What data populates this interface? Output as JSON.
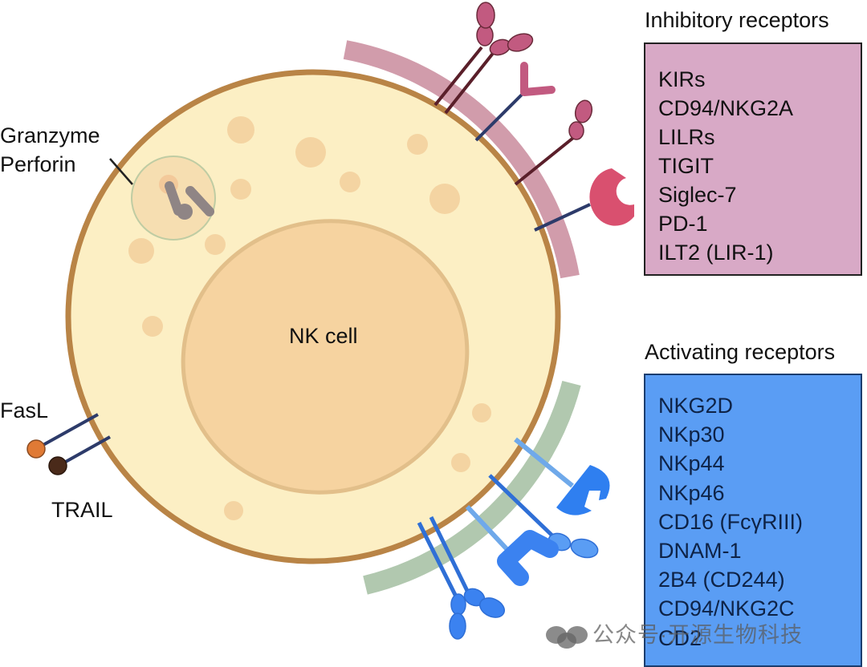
{
  "diagram": {
    "title": "NK cell receptors",
    "cell_label": "NK cell",
    "granule_label_line1": "Granzyme",
    "granule_label_line2": "Perforin",
    "death_ligands": [
      {
        "label": "FasL",
        "color": "#e07a35"
      },
      {
        "label": "TRAIL",
        "color": "#4a2a1a"
      }
    ],
    "inhibitory": {
      "title": "Inhibitory receptors",
      "color": "#d8a9c6",
      "receptor_color": "#c25a80",
      "items": [
        "KIRs",
        "CD94/NKG2A",
        "LILRs",
        "TIGIT",
        "Siglec-7",
        "PD-1",
        "ILT2 (LIR-1)"
      ]
    },
    "activating": {
      "title": "Activating receptors",
      "color": "#5a9df4",
      "receptor_color": "#3b82f0",
      "items": [
        "NKG2D",
        "NKp30",
        "NKp44",
        "NKp46",
        "CD16 (FcγRIII)",
        "DNAM-1",
        "2B4 (CD244)",
        "CD94/NKG2C",
        "CD2"
      ]
    },
    "colors": {
      "cytoplasm": "#fcefc4",
      "membrane": "#b98446",
      "nucleus": "#f6d3a0",
      "nucleus_edge": "#e2bf8a",
      "vesicle": "#f4d4a2",
      "inhibitory_arc": "#c98b9c",
      "activating_arc": "#a9c2a6"
    }
  },
  "watermark": {
    "text": "公众号·开源生物科技"
  }
}
